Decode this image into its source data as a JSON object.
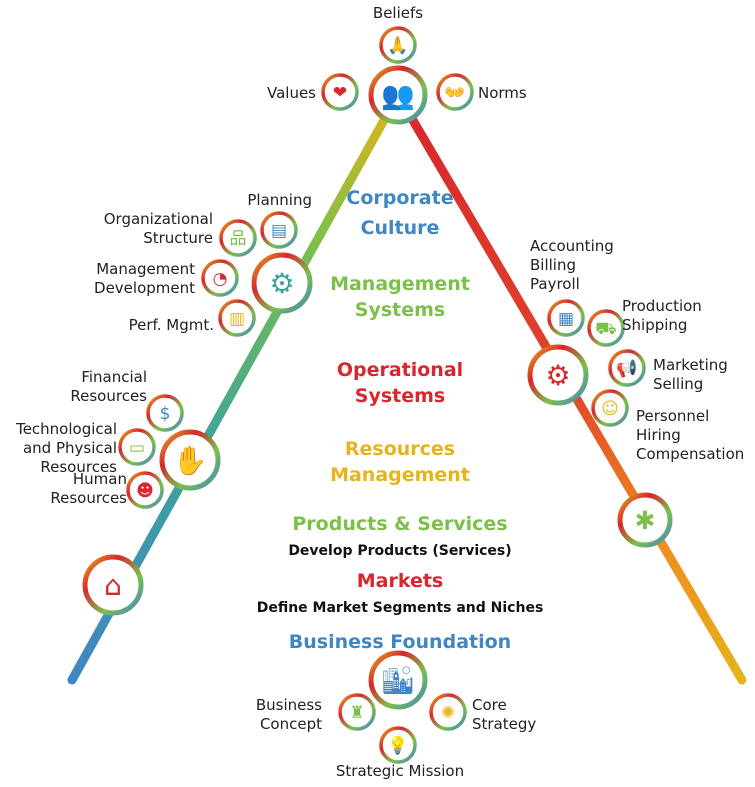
{
  "colors": {
    "blue": "#3f86c4",
    "green": "#7cc04a",
    "red": "#d7262e",
    "yellow": "#e5b41a",
    "orange": "#ef8a1e"
  },
  "tiers": [
    {
      "title_lines": [
        "Corporate",
        "Culture"
      ],
      "color": "#3f86c4"
    },
    {
      "title_lines": [
        "Management",
        "Systems"
      ],
      "color": "#7cc04a"
    },
    {
      "title_lines": [
        "Operational",
        "Systems"
      ],
      "color": "#d7262e"
    },
    {
      "title_lines": [
        "Resources",
        "Management"
      ],
      "color": "#e5b41a"
    },
    {
      "title_lines": [
        "Products & Services"
      ],
      "subtitle": "Develop Products (Services)",
      "color": "#7cc04a"
    },
    {
      "title_lines": [
        "Markets"
      ],
      "subtitle": "Define Market Segments and Niches",
      "color": "#d7262e"
    },
    {
      "title_lines": [
        "Business Foundation"
      ],
      "color": "#3f86c4"
    }
  ],
  "nodes": {
    "culture": {
      "icon": "team-icon",
      "items": [
        {
          "label": [
            "Beliefs"
          ],
          "icon": "praying-hands-icon"
        },
        {
          "label": [
            "Values"
          ],
          "icon": "heart-atom-icon"
        },
        {
          "label": [
            "Norms"
          ],
          "icon": "people-hands-icon"
        }
      ]
    },
    "management": {
      "icon": "gear-check-icon",
      "items": [
        {
          "label": [
            "Planning"
          ],
          "icon": "plan-document-icon"
        },
        {
          "label": [
            "Organizational",
            "Structure"
          ],
          "icon": "org-chart-icon"
        },
        {
          "label": [
            "Management",
            "Development"
          ],
          "icon": "pie-chart-icon"
        },
        {
          "label": [
            "Perf. Mgmt."
          ],
          "icon": "performance-icon"
        }
      ]
    },
    "operational": {
      "icon": "gear-cycle-icon",
      "items": [
        {
          "label": [
            "Accounting",
            "Billing",
            "Payroll"
          ],
          "icon": "calculator-icon"
        },
        {
          "label": [
            "Production",
            "Shipping"
          ],
          "icon": "truck-icon"
        },
        {
          "label": [
            "Marketing",
            "Selling"
          ],
          "icon": "megaphone-icon"
        },
        {
          "label": [
            "Personnel",
            "Hiring",
            "Compensation"
          ],
          "icon": "personnel-icon"
        }
      ]
    },
    "resources": {
      "icon": "hand-resources-icon",
      "items": [
        {
          "label": [
            "Financial",
            "Resources"
          ],
          "icon": "money-network-icon"
        },
        {
          "label": [
            "Technological",
            "and Physical",
            "Resources"
          ],
          "icon": "computer-icon"
        },
        {
          "label": [
            "Human",
            "Resources"
          ],
          "icon": "people-group-icon"
        }
      ]
    },
    "products": {
      "icon": "cube-network-icon"
    },
    "markets": {
      "icon": "storefront-icon"
    },
    "foundation": {
      "icon": "city-globe-icon",
      "items": [
        {
          "label": [
            "Business",
            "Concept"
          ],
          "icon": "business-concept-icon"
        },
        {
          "label": [
            "Core",
            "Strategy"
          ],
          "icon": "strategy-star-icon"
        },
        {
          "label": [
            "Strategic Mission"
          ],
          "icon": "lightbulb-icon"
        }
      ]
    }
  }
}
